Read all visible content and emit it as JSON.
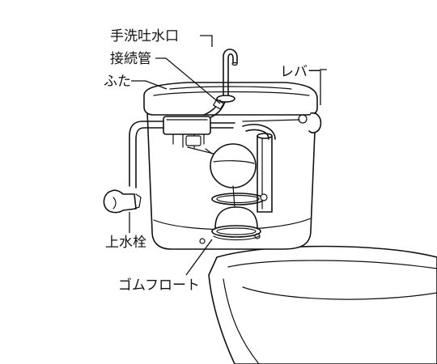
{
  "labels": {
    "faucet": "手洗吐水口",
    "connector_pipe": "接続管",
    "lid": "ふた",
    "lever": "レバー",
    "stop_valve": "上水栓",
    "rubber_float": "ゴムフロート"
  }
}
